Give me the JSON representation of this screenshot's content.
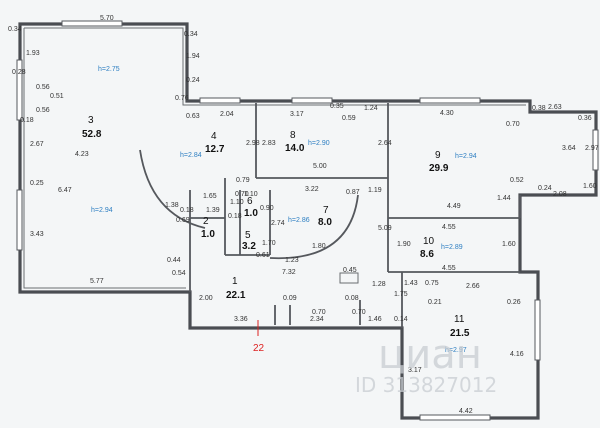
{
  "rooms": [
    {
      "num": "1",
      "area": "22.1"
    },
    {
      "num": "2",
      "area": "1.0"
    },
    {
      "num": "3",
      "area": "52.8"
    },
    {
      "num": "4",
      "area": "12.7"
    },
    {
      "num": "5",
      "area": "3.2"
    },
    {
      "num": "6",
      "area": "1.0"
    },
    {
      "num": "7",
      "area": "8.0"
    },
    {
      "num": "8",
      "area": "14.0"
    },
    {
      "num": "9",
      "area": "29.9"
    },
    {
      "num": "10",
      "area": "8.6"
    },
    {
      "num": "11",
      "area": "21.5"
    }
  ],
  "heights": [
    "h=2.75",
    "h=2.94",
    "h=2.84",
    "h=2.90",
    "h=2.94",
    "h=2.86",
    "h=2.89",
    "h=2.97"
  ],
  "dims": [
    "5.70",
    "0.34",
    "0.34",
    "1.93",
    "1.94",
    "0.28",
    "0.56",
    "0.56",
    "0.51",
    "0.18",
    "0.24",
    "0.76",
    "0.63",
    "2.04",
    "3.17",
    "0.35",
    "0.59",
    "1.24",
    "4.30",
    "0.70",
    "2.63",
    "0.38",
    "0.36",
    "3.64",
    "2.97",
    "2.67",
    "4.23",
    "2.98",
    "2.83",
    "5.00",
    "2.64",
    "0.79",
    "1.65",
    "0.70",
    "0.87",
    "1.19",
    "3.22",
    "1.10",
    "1.38",
    "0.18",
    "1.39",
    "0.18",
    "0.90",
    "0.69",
    "2.74",
    "1.44",
    "4.49",
    "0.52",
    "2.08",
    "1.60",
    "6.47",
    "3.43",
    "0.25",
    "1.10",
    "1.70",
    "0.61",
    "1.23",
    "1.80",
    "7.32",
    "5.09",
    "1.90",
    "4.55",
    "4.55",
    "1.60",
    "0.45",
    "1.28",
    "0.44",
    "0.54",
    "5.77",
    "2.00",
    "0.09",
    "0.08",
    "0.70",
    "0.70",
    "1.46",
    "0.14",
    "3.36",
    "2.34",
    "1.43",
    "0.75",
    "2.66",
    "1.75",
    "0.21",
    "0.26",
    "3.17",
    "4.16",
    "4.42",
    "0.24"
  ],
  "marker": "22",
  "watermark": {
    "brand": "циан",
    "id": "ID 313827012"
  }
}
